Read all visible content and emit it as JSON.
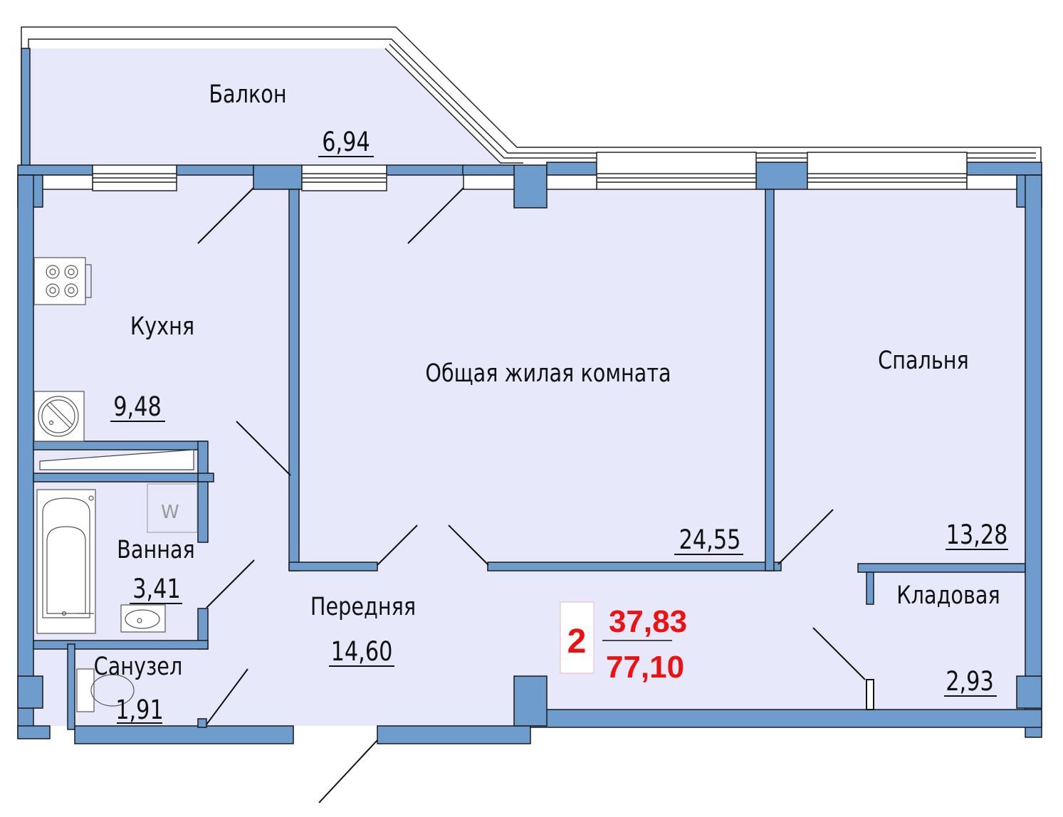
{
  "colors": {
    "wall": "#6e9ccc",
    "wall_stroke": "#1a1a1a",
    "floor": "#e8e8fb",
    "accent": "#ee1111"
  },
  "rooms": [
    {
      "id": "balcony",
      "name": "Балкон",
      "area": "6,94"
    },
    {
      "id": "kitchen",
      "name": "Кухня",
      "area": "9,48"
    },
    {
      "id": "living",
      "name": "Общая жилая комната",
      "area": "24,55"
    },
    {
      "id": "bedroom",
      "name": "Спальня",
      "area": "13,28"
    },
    {
      "id": "bathroom",
      "name": "Ванная",
      "area": "3,41"
    },
    {
      "id": "hallway",
      "name": "Передняя",
      "area": "14,60"
    },
    {
      "id": "storage",
      "name": "Кладовая",
      "area": "2,93"
    },
    {
      "id": "toilet",
      "name": "Санузел",
      "area": "1,91"
    }
  ],
  "summary": {
    "room_count": "2",
    "living_area": "37,83",
    "total_area": "77,10"
  },
  "icons": {
    "stove": "stove-icon",
    "washing_machine": "washing-machine-icon",
    "bathtub": "bathtub-icon",
    "sink": "sink-icon",
    "toilet": "toilet-icon"
  },
  "fixtures": {
    "washer_marker": "W"
  }
}
